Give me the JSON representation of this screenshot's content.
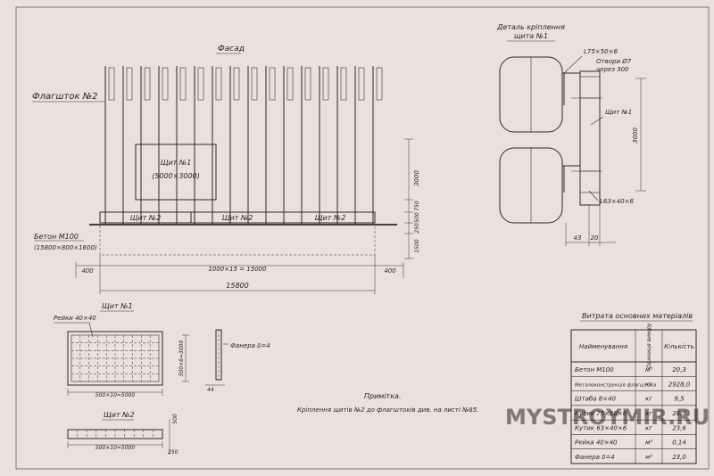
{
  "facade": {
    "title": "Фасад",
    "flagpole_label": "Флагшток №2",
    "panel1_label": "Щит №1",
    "panel1_size": "(5000×3000)",
    "panel2_labels": [
      "Щит №2",
      "Щит №2",
      "Щит №2"
    ],
    "concrete_label": "Бетон М100",
    "concrete_size": "(15800×800×1600)",
    "dim_3000": "3000",
    "dim_750": "750",
    "dim_500": "500",
    "dim_250": "250",
    "dim_1500": "1500",
    "dim_span": "1000×15 = 15000",
    "dim_total": "15800",
    "dim_left": "400",
    "dim_right": "400"
  },
  "detail": {
    "title_line1": "Деталь кріплення",
    "title_line2": "щита №1",
    "angle_top": "L75×50×6",
    "holes_line1": "Отвори Ø7",
    "holes_line2": "через 300",
    "panel_label": "Щит №1",
    "height": "3000",
    "angle_bottom": "L63×40×6",
    "dim_43": "43",
    "dim_20": "20"
  },
  "shield1": {
    "title": "Щит №1",
    "battens_label": "Рейки 40×40",
    "plywood_label": "Фанера δ=4",
    "dim_v": "500×6=3000",
    "dim_h": "500×10=5000",
    "dim_44": "44"
  },
  "shield2": {
    "title": "Щит №2",
    "dim_h": "500×10=5000",
    "dim_500": "500",
    "dim_250": "250"
  },
  "note": {
    "title": "Примітка.",
    "text": "Кріплення щитів №2 до флагштоків див. на листі №85."
  },
  "materials_table": {
    "title": "Витрата основних матеріалів",
    "headers": [
      "Найменування",
      "Одиниця виміру",
      "Кількість"
    ],
    "rows": [
      [
        "Бетон М100",
        "м³",
        "20,3"
      ],
      [
        "Металоконструкція флагштока",
        "кг",
        "2928,0"
      ],
      [
        "Штаба 8×40",
        "кг",
        "9,5"
      ],
      [
        "Кутик 75×50×6",
        "кг",
        "28,5"
      ],
      [
        "Кутик 63×40×6",
        "кг",
        "23,6"
      ],
      [
        "Рейка 40×40",
        "м³",
        "0,14"
      ],
      [
        "Фанера δ=4",
        "м²",
        "23,0"
      ]
    ]
  },
  "watermark": "MYSTROYMIR.RU"
}
